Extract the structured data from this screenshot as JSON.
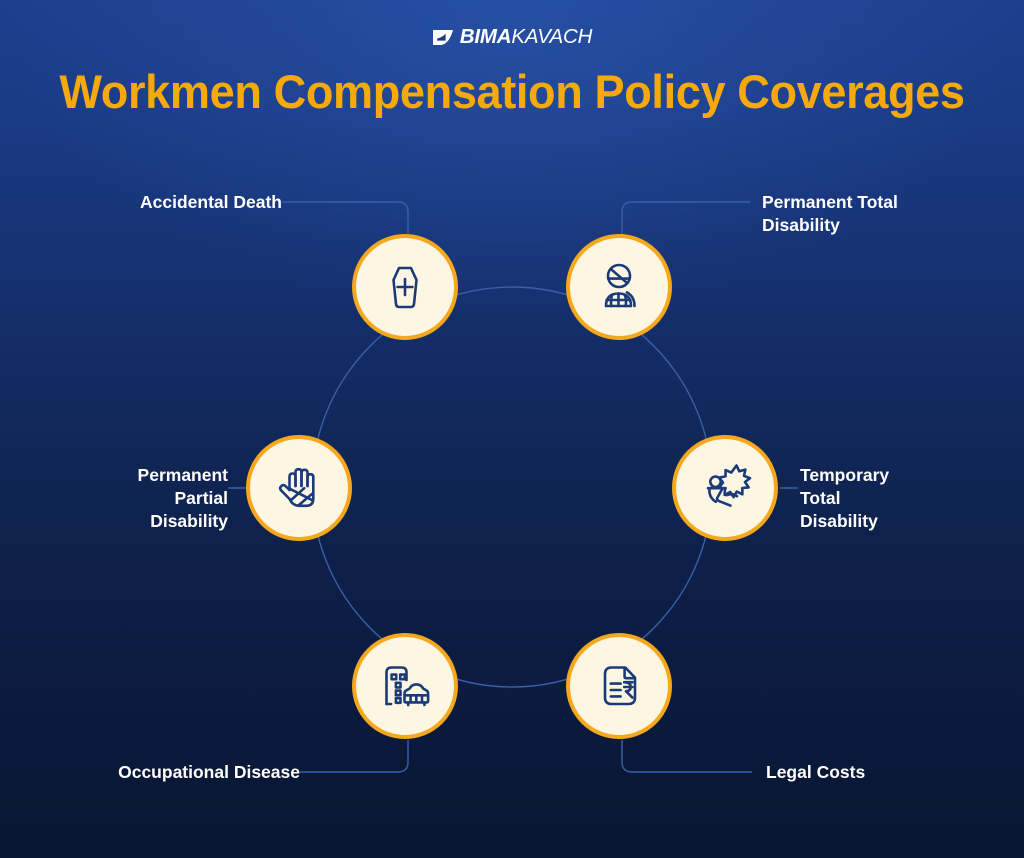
{
  "brand": {
    "name_bold": "BIMA",
    "name_light": "KAVACH",
    "mark": "shield-wing-icon"
  },
  "header": {
    "title": "Workmen Compensation Policy Coverages",
    "title_color": "#F5A90B"
  },
  "theme": {
    "background_top": "#1D3F8E",
    "background_bottom": "#091632",
    "node_fill": "#FDF6E3",
    "node_ring": "#F5A81C",
    "connector_line": "#3A5FA8",
    "icon_stroke": "#1B3A7A",
    "label_color": "#FFFFFF"
  },
  "diagram": {
    "type": "circular-hub",
    "ring_color": "#3A5FA8",
    "nodes": [
      {
        "id": "accidental-death",
        "label": "Accidental Death",
        "icon": "coffin-cross-icon",
        "position": "top-left",
        "label_align": "right"
      },
      {
        "id": "permanent-total-disability",
        "label": "Permanent Total\nDisability",
        "icon": "bandaged-person-icon",
        "position": "top-right",
        "label_align": "left"
      },
      {
        "id": "permanent-partial-disability",
        "label": "Permanent\nPartial\nDisability",
        "icon": "bandaged-hand-icon",
        "position": "left",
        "label_align": "right"
      },
      {
        "id": "temporary-total-disability",
        "label": "Temporary\nTotal\nDisability",
        "icon": "person-falling-impact-icon",
        "position": "right",
        "label_align": "left"
      },
      {
        "id": "occupational-disease",
        "label": "Occupational Disease",
        "icon": "building-vehicle-icon",
        "position": "bottom-left",
        "label_align": "right"
      },
      {
        "id": "legal-costs",
        "label": "Legal Costs",
        "icon": "document-rupee-icon",
        "position": "bottom-right",
        "label_align": "left"
      }
    ]
  }
}
